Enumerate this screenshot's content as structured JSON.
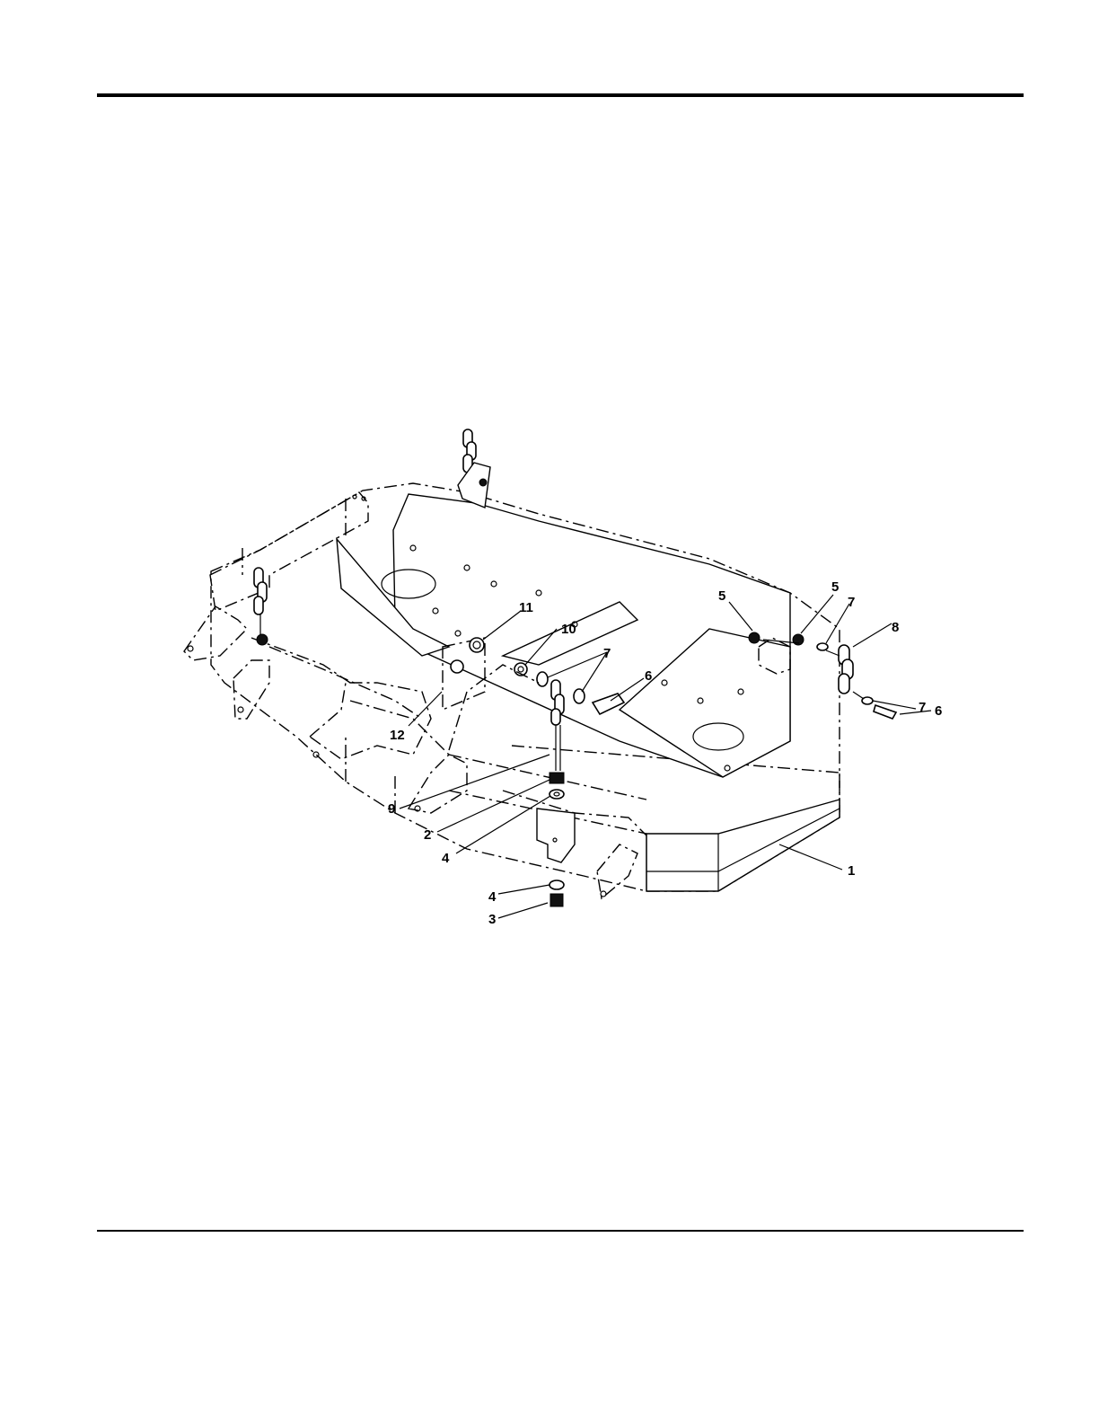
{
  "callouts": {
    "c1": "1",
    "c2": "2",
    "c3": "3",
    "c4a": "4",
    "c4b": "4",
    "c5a": "5",
    "c5b": "5",
    "c6a": "6",
    "c6b": "6",
    "c7a": "7",
    "c7b": "7",
    "c7c": "7",
    "c8": "8",
    "c9": "9",
    "c10": "10",
    "c11": "11",
    "c12": "12"
  }
}
